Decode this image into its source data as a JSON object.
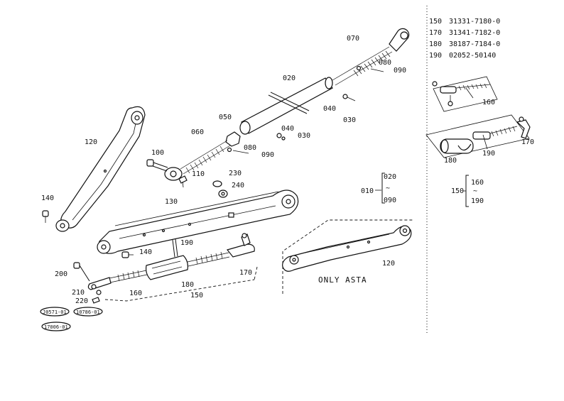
{
  "legend": [
    {
      "no": "150",
      "part_number": "31331-7180-0"
    },
    {
      "no": "170",
      "part_number": "31341-7182-0"
    },
    {
      "no": "180",
      "part_number": "38187-7184-0"
    },
    {
      "no": "190",
      "part_number": "02052-50140"
    }
  ],
  "callouts": {
    "c010": "010",
    "c020": "020",
    "c020b": "020",
    "c030": "030",
    "c030b": "030",
    "c040": "040",
    "c040b": "040",
    "c050": "050",
    "c060": "060",
    "c070": "070",
    "c080": "080",
    "c080b": "080",
    "c090": "090",
    "c090b": "090",
    "c090c": "090",
    "c100": "100",
    "c110": "110",
    "c120": "120",
    "c120b": "120",
    "c130": "130",
    "c140": "140",
    "c140b": "140",
    "c150": "150",
    "c150b": "150",
    "c160": "160",
    "c160b": "160",
    "c160c": "160",
    "c170": "170",
    "c170b": "170",
    "c180": "180",
    "c180b": "180",
    "c190": "190",
    "c190b": "190",
    "c190c": "190",
    "c200": "200",
    "c210": "210",
    "c220": "220",
    "c230": "230",
    "c240": "240"
  },
  "note": "ONLY ASTA",
  "refs": {
    "r1": "J0571-01",
    "r2": "10786-01",
    "r3": "17006-01"
  }
}
